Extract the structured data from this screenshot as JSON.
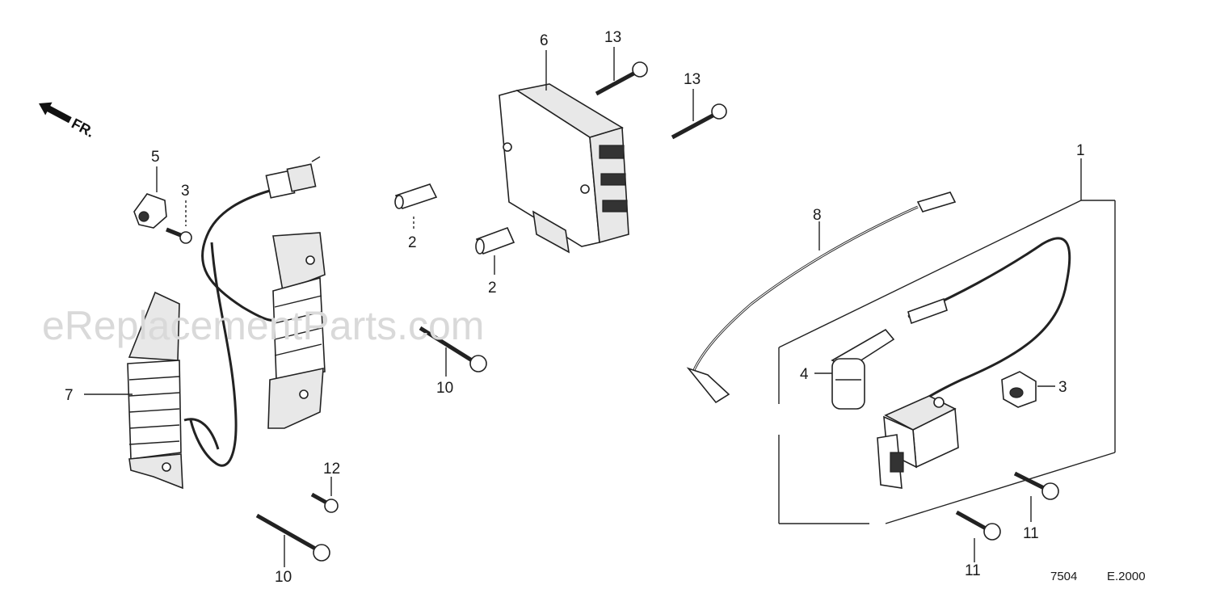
{
  "watermark": "eReplacementParts.com",
  "direction_mark": "FR.",
  "diagram_code": "7504",
  "diagram_date": "E.2000",
  "callouts": [
    {
      "id": "c6",
      "text": "6"
    },
    {
      "id": "c13a",
      "text": "13"
    },
    {
      "id": "c13b",
      "text": "13"
    },
    {
      "id": "c5",
      "text": "5"
    },
    {
      "id": "c3a",
      "text": "3"
    },
    {
      "id": "c2a",
      "text": "2"
    },
    {
      "id": "c2b",
      "text": "2"
    },
    {
      "id": "c1",
      "text": "1"
    },
    {
      "id": "c8",
      "text": "8"
    },
    {
      "id": "c10a",
      "text": "10"
    },
    {
      "id": "c7",
      "text": "7"
    },
    {
      "id": "c4",
      "text": "4"
    },
    {
      "id": "c3b",
      "text": "3"
    },
    {
      "id": "c12",
      "text": "12"
    },
    {
      "id": "c10b",
      "text": "10"
    },
    {
      "id": "c11a",
      "text": "11"
    },
    {
      "id": "c11b",
      "text": "11"
    }
  ]
}
